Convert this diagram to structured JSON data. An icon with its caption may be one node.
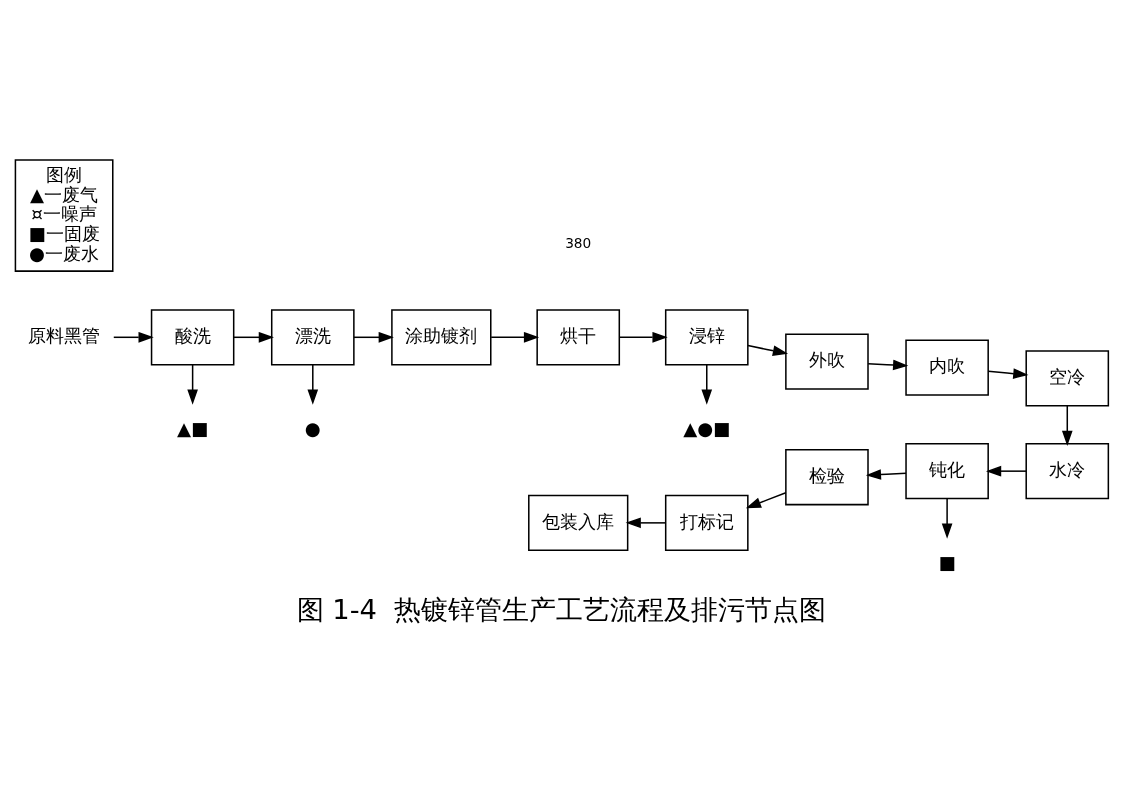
{
  "diagram": {
    "caption": "图 1-4  热镀锌管生产工艺流程及排污节点图",
    "nodes": [
      {
        "text": [
          "原料黑管"
        ]
      },
      {
        "text": [
          "酸洗"
        ]
      },
      {
        "text": [
          "漂洗"
        ]
      },
      {
        "text": [
          "涂助镀剂"
        ]
      },
      {
        "text": [
          "烘干"
        ]
      },
      {
        "text": [
          "浸锌"
        ]
      },
      {
        "text": [
          "外吹"
        ]
      },
      {
        "text": [
          "内吹"
        ]
      },
      {
        "text": [
          "空冷"
        ]
      },
      {
        "text": [
          "水冷"
        ]
      },
      {
        "text": [
          "钝化"
        ]
      },
      {
        "text": [
          "检验"
        ]
      },
      {
        "text": [
          "打标记"
        ]
      },
      {
        "text": [
          "包装入库"
        ]
      },
      {
        "text": [
          "▲■"
        ]
      },
      {
        "text": [
          "●"
        ]
      },
      {
        "text": [
          "▲●■"
        ]
      },
      {
        "text": [
          "■"
        ]
      },
      {
        "text": [
          "图例",
          "▲一废气",
          "¤一噪声",
          "■一固废",
          "●一废水"
        ]
      }
    ],
    "edges": [
      {
        "from": 0,
        "to": 1,
        "arrow": "to"
      },
      {
        "from": 1,
        "to": 2,
        "arrow": "to"
      },
      {
        "from": 2,
        "to": 3,
        "arrow": "to"
      },
      {
        "from": 3,
        "to": 4,
        "arrow": "to"
      },
      {
        "from": 4,
        "to": 5,
        "arrow": "to"
      },
      {
        "from": 5,
        "to": 6,
        "arrow": "to"
      },
      {
        "from": 6,
        "to": 7,
        "arrow": "to"
      },
      {
        "from": 7,
        "to": 8,
        "arrow": "to"
      },
      {
        "from": 8,
        "to": 9,
        "arrow": "to"
      },
      {
        "from": 9,
        "to": 10,
        "arrow": "to"
      },
      {
        "from": 10,
        "to": 11,
        "arrow": "to"
      },
      {
        "from": 11,
        "to": 12,
        "arrow": "to"
      },
      {
        "from": 12,
        "to": 13,
        "arrow": "to"
      },
      {
        "from": 1,
        "to": 14,
        "arrow": "to"
      },
      {
        "from": 2,
        "to": 15,
        "arrow": "to"
      },
      {
        "from": 5,
        "to": 16,
        "arrow": "to"
      },
      {
        "from": 10,
        "to": 17,
        "arrow": "to"
      }
    ],
    "labels": [
      "380"
    ]
  }
}
